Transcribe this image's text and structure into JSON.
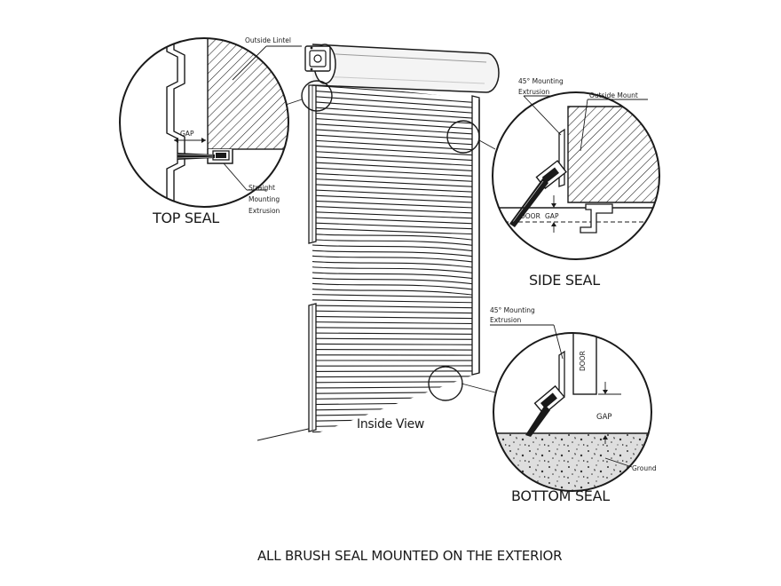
{
  "diagram": {
    "caption": "ALL BRUSH SEAL MOUNTED ON THE EXTERIOR",
    "center_label": "Inside View",
    "top_seal": {
      "title": "TOP SEAL",
      "lintel_label": "Outside Lintel",
      "gap_label": "GAP",
      "extrusion_label_1": "Straight",
      "extrusion_label_2": "Mounting",
      "extrusion_label_3": "Extrusion"
    },
    "side_seal": {
      "title": "SIDE SEAL",
      "extrusion_label_1": "45° Mounting",
      "extrusion_label_2": "Extrusion",
      "mount_label": "Outside Mount",
      "door_label": "DOOR",
      "gap_label": "GAP"
    },
    "bottom_seal": {
      "title": "BOTTOM SEAL",
      "extrusion_label_1": "45° Mounting",
      "extrusion_label_2": "Extrusion",
      "door_label": "DOOR",
      "gap_label": "GAP",
      "ground_label": "Ground"
    }
  }
}
